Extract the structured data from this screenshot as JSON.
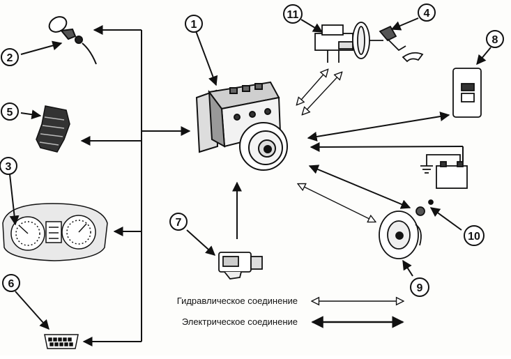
{
  "callouts": [
    {
      "id": "1",
      "label": "1"
    },
    {
      "id": "2",
      "label": "2"
    },
    {
      "id": "3",
      "label": "3"
    },
    {
      "id": "4",
      "label": "4"
    },
    {
      "id": "5",
      "label": "5"
    },
    {
      "id": "6",
      "label": "6"
    },
    {
      "id": "7",
      "label": "7"
    },
    {
      "id": "8",
      "label": "8"
    },
    {
      "id": "9",
      "label": "9"
    },
    {
      "id": "10",
      "label": "10"
    },
    {
      "id": "11",
      "label": "11"
    }
  ],
  "legend": {
    "hydraulic": "Гидравлическое соединение",
    "electric": "Электрическое соединение"
  },
  "colors": {
    "ink": "#111111",
    "background": "#fdfdfb"
  }
}
